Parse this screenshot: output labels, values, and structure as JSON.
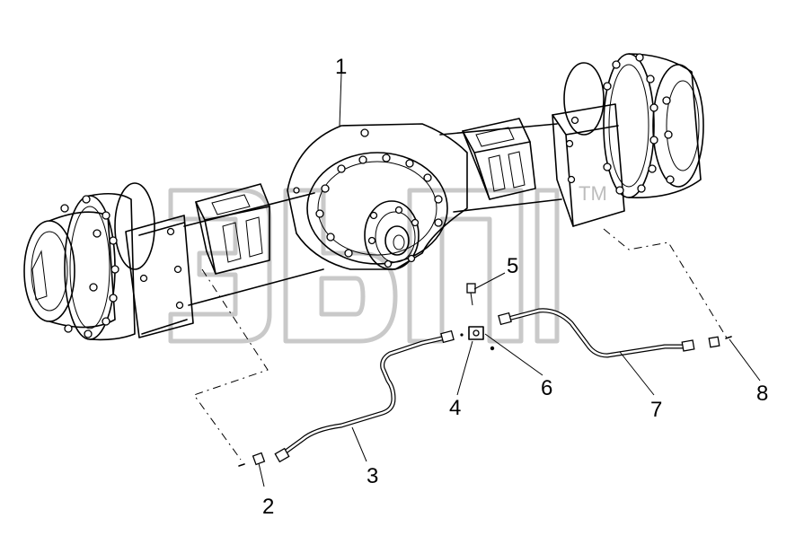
{
  "callouts": {
    "c1": "1",
    "c2": "2",
    "c3": "3",
    "c4": "4",
    "c5": "5",
    "c6": "6",
    "c7": "7",
    "c8": "8"
  },
  "watermark": {
    "tm": "TM"
  },
  "colors": {
    "line": "#000000",
    "background": "#ffffff",
    "watermark": "#c9c9c9"
  }
}
